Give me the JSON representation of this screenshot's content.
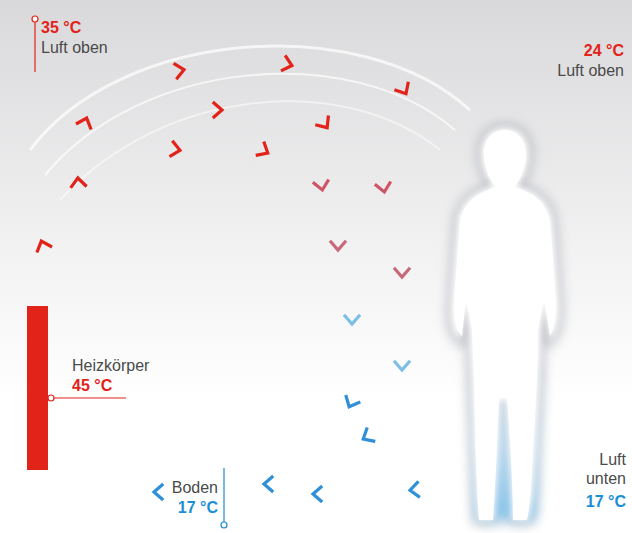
{
  "diagram": {
    "labels": [
      "35 °C",
      "Luft oben",
      "24 °C",
      "Luft oben",
      "Heizkörper",
      "45 °C",
      "Boden",
      "17 °C",
      "Luft unten",
      "17 °C"
    ]
  }
}
